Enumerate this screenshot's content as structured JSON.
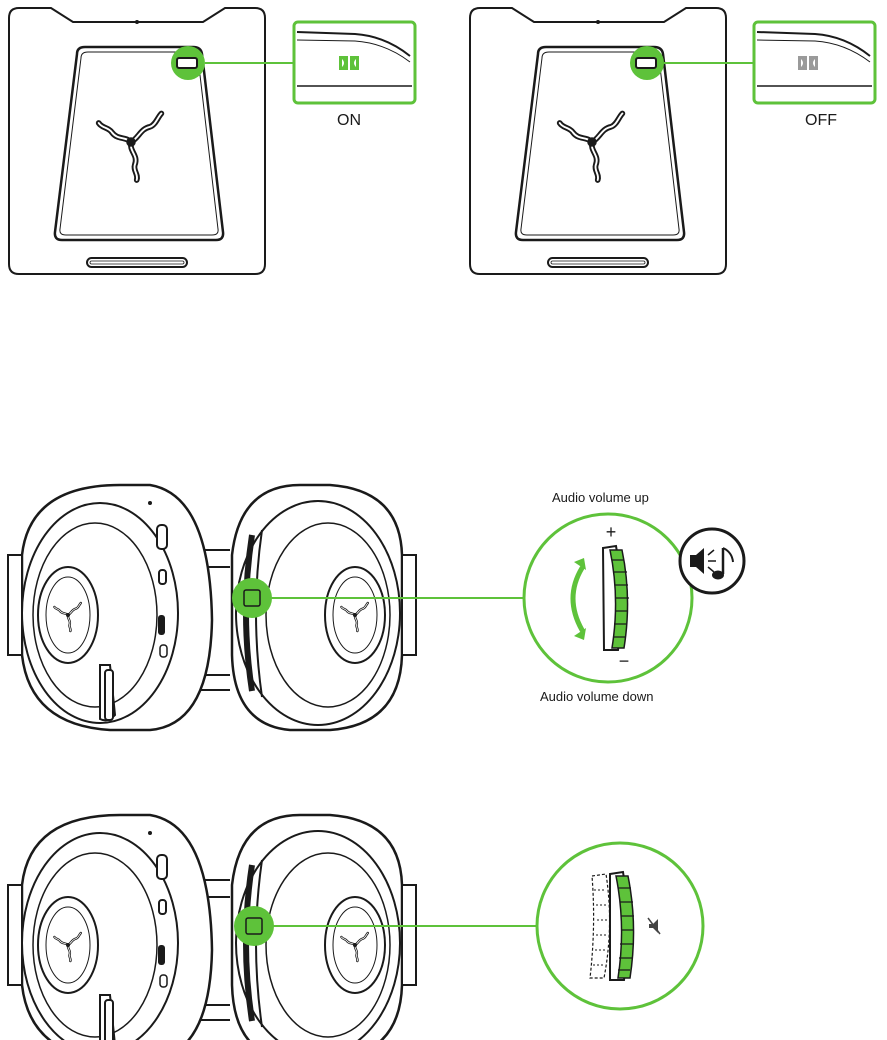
{
  "colors": {
    "accent": "#5ec23a",
    "line": "#1a1a1a",
    "background": "#ffffff"
  },
  "panels": {
    "dolby_on": {
      "state_label": "ON",
      "indicator": "dolby-logo-icon-lit"
    },
    "dolby_off": {
      "state_label": "OFF",
      "indicator": "dolby-logo-icon-unlit"
    }
  },
  "volume": {
    "up_label": "Audio volume up",
    "down_label": "Audio volume down",
    "plus_symbol": "+",
    "minus_symbol": "−",
    "icon": "speaker-music-icon"
  },
  "mute": {
    "icon": "mute-speaker-icon"
  }
}
